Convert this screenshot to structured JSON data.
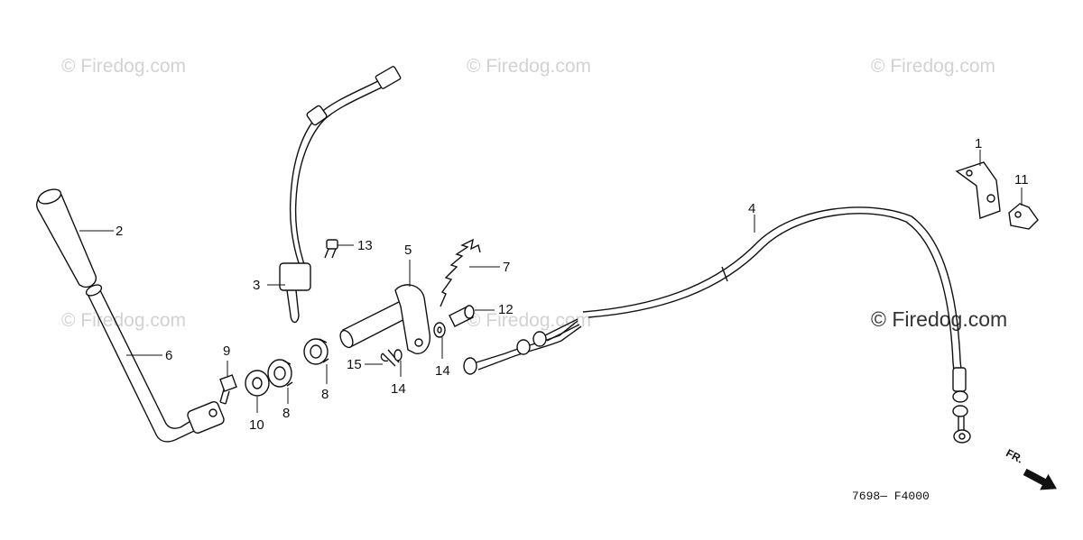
{
  "watermarks": [
    "© Firedog.com",
    "© Firedog.com",
    "© Firedog.com",
    "© Firedog.com",
    "© Firedog.com",
    "© Firedog.com"
  ],
  "watermark_main": "© Firedog.com",
  "callouts": {
    "part_1": "1",
    "part_2": "2",
    "part_3": "3",
    "part_4": "4",
    "part_5": "5",
    "part_6": "6",
    "part_7": "7",
    "part_8a": "8",
    "part_8b": "8",
    "part_9": "9",
    "part_10": "10",
    "part_11": "11",
    "part_12": "12",
    "part_13": "13",
    "part_14a": "14",
    "part_14b": "14",
    "part_15": "15"
  },
  "diagram_code": "7698— F4000",
  "direction_label": "FR."
}
